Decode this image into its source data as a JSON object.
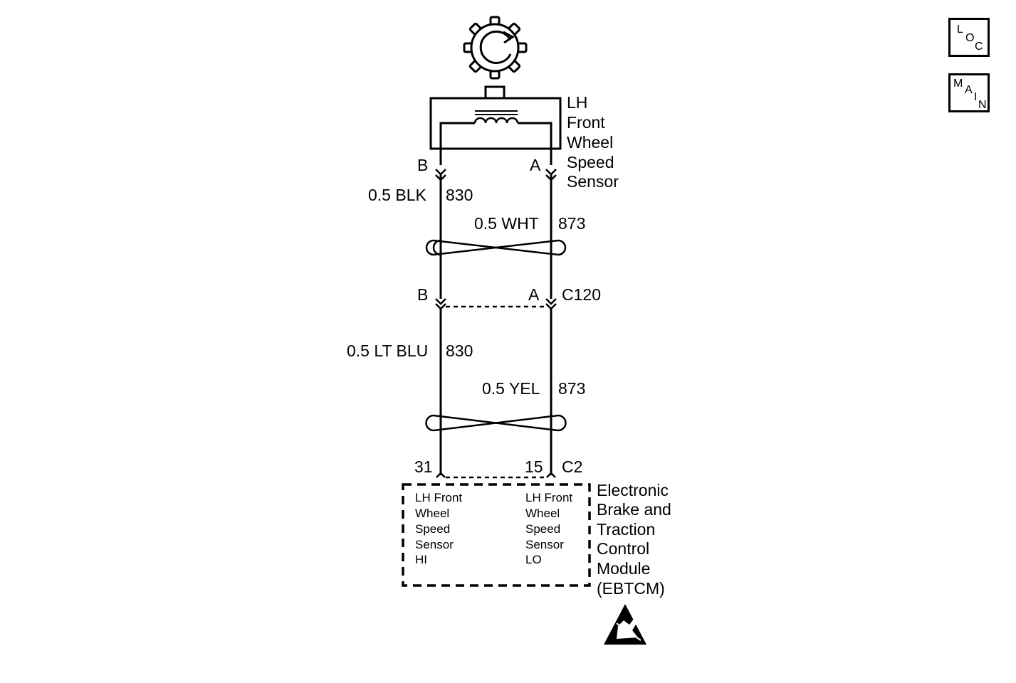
{
  "nav": {
    "loc": {
      "l1": "L",
      "l2": "O",
      "l3": "C"
    },
    "main": {
      "l1": "M",
      "l2": "A",
      "l3": "I",
      "l4": "N"
    }
  },
  "sensor": {
    "name_lines": [
      "LH",
      "Front",
      "Wheel",
      "Speed",
      "Sensor"
    ],
    "pin_b": "B",
    "pin_a": "A"
  },
  "wires_upper": {
    "left": {
      "gauge_color": "0.5 BLK",
      "circuit": "830"
    },
    "right": {
      "gauge_color": "0.5 WHT",
      "circuit": "873"
    }
  },
  "connector_c120": {
    "pin_b": "B",
    "pin_a": "A",
    "name": "C120"
  },
  "wires_lower": {
    "left": {
      "gauge_color": "0.5 LT BLU",
      "circuit": "830"
    },
    "right": {
      "gauge_color": "0.5 YEL",
      "circuit": "873"
    }
  },
  "connector_c2": {
    "pin_left": "31",
    "pin_right": "15",
    "name": "C2"
  },
  "module": {
    "left_terminal_lines": [
      "LH Front",
      "Wheel",
      "Speed",
      "Sensor",
      "HI"
    ],
    "right_terminal_lines": [
      "LH Front",
      "Wheel",
      "Speed",
      "Sensor",
      "LO"
    ],
    "name_lines": [
      "Electronic",
      "Brake and",
      "Traction",
      "Control",
      "Module",
      "(EBTCM)"
    ]
  }
}
